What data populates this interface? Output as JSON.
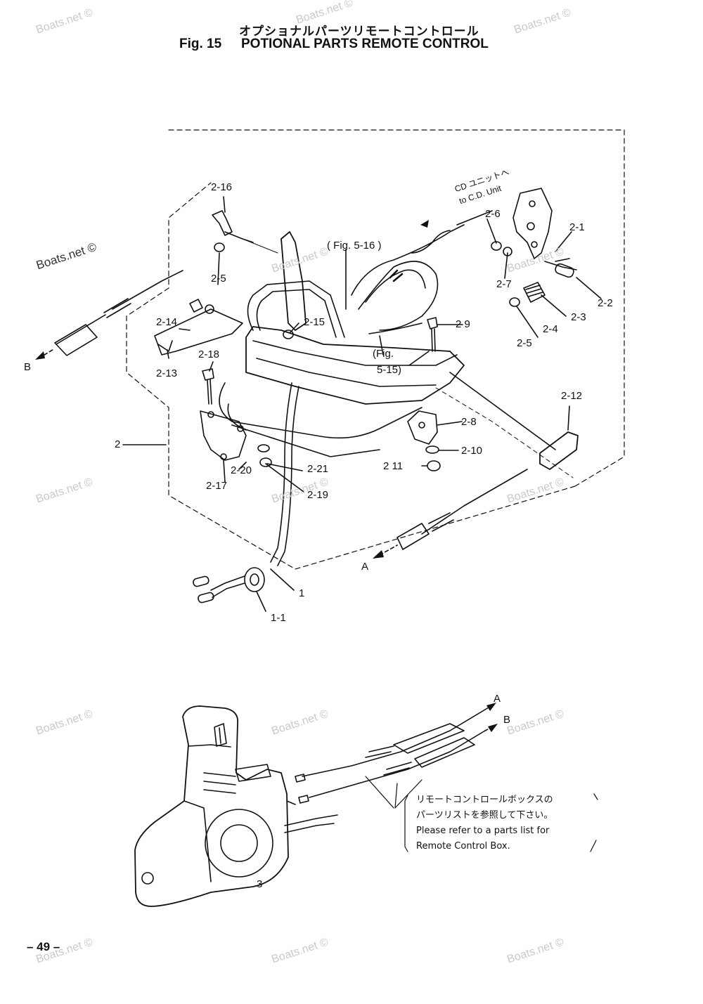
{
  "header": {
    "title_jp": "オプショナルパーツリモートコントロール",
    "fig_number": "Fig. 15",
    "fig_title": "POTIONAL PARTS REMOTE CONTROL"
  },
  "watermark": "Boats.net ©",
  "callouts": {
    "c2_16": "2-16",
    "c2_5a": "2-5",
    "c2_14": "2-14",
    "c2_13": "2-13",
    "c2_15": "2-15",
    "c2_18": "2-18",
    "c2": "2",
    "c2_20": "2-20",
    "c2_17": "2-17",
    "c2_21": "2-21",
    "c2_19": "2-19",
    "fig5_16": "( Fig. 5-16 )",
    "cd_unit_jp": "CD ユニットへ",
    "cd_unit_en": "to C.D. Unit",
    "c2_6": "2-6",
    "c2_1": "2-1",
    "c2_7": "2-7",
    "c2_2": "2-2",
    "c2_3": "2-3",
    "c2_4": "2-4",
    "c2_5b": "2-5",
    "c2_9": "2 9",
    "fig5_15a": "(Fig.",
    "fig5_15b": "5-15)",
    "c2_12": "2-12",
    "c2_8": "2-8",
    "c2_10": "2-10",
    "c2_11": "2 11",
    "c1": "1",
    "c1_1": "1-1",
    "arrowA_top": "A",
    "arrowB_top": "B",
    "arrowA_bottom": "A",
    "arrowB_bottom": "B",
    "c3": "3"
  },
  "note": {
    "jp_line1": "リモートコントロールボックスの",
    "jp_line2": "パーツリストを参照して下さい。",
    "en_line1": "Please refer to a parts list for",
    "en_line2": "Remote Control Box."
  },
  "footer": {
    "page_number": "– 49 –"
  }
}
